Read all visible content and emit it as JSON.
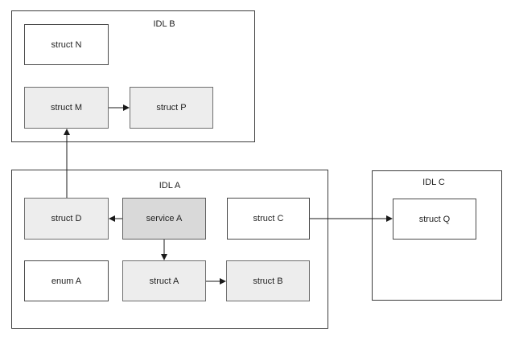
{
  "diagram": {
    "containers": [
      {
        "id": "idl-b",
        "label": "IDL B"
      },
      {
        "id": "idl-a",
        "label": "IDL A"
      },
      {
        "id": "idl-c",
        "label": "IDL C"
      }
    ],
    "nodes": [
      {
        "id": "struct-n",
        "label": "struct N",
        "variant": "white",
        "container": "IDL B"
      },
      {
        "id": "struct-m",
        "label": "struct M",
        "variant": "gray",
        "container": "IDL B"
      },
      {
        "id": "struct-p",
        "label": "struct P",
        "variant": "gray",
        "container": "IDL B"
      },
      {
        "id": "struct-d",
        "label": "struct D",
        "variant": "gray",
        "container": "IDL A"
      },
      {
        "id": "service-a",
        "label": "service A",
        "variant": "dark",
        "container": "IDL A"
      },
      {
        "id": "struct-c",
        "label": "struct C",
        "variant": "white",
        "container": "IDL A"
      },
      {
        "id": "enum-a",
        "label": "enum A",
        "variant": "white",
        "container": "IDL A"
      },
      {
        "id": "struct-a",
        "label": "struct A",
        "variant": "gray",
        "container": "IDL A"
      },
      {
        "id": "struct-b",
        "label": "struct B",
        "variant": "gray",
        "container": "IDL A"
      },
      {
        "id": "struct-q",
        "label": "struct Q",
        "variant": "white",
        "container": "IDL C"
      }
    ],
    "edges": [
      {
        "from": "struct M",
        "to": "struct P"
      },
      {
        "from": "struct D",
        "to": "struct M"
      },
      {
        "from": "service A",
        "to": "struct D"
      },
      {
        "from": "service A",
        "to": "struct A"
      },
      {
        "from": "struct A",
        "to": "struct B"
      },
      {
        "from": "struct C",
        "to": "struct Q"
      }
    ],
    "colors": {
      "node_white_fill": "#ffffff",
      "node_gray_fill": "#ededed",
      "node_service_fill": "#d9d9d9",
      "node_border": "#5f5f5f",
      "container_border": "#3d3d3d",
      "edge_line": "#1a1a1a",
      "text": "#1f1f1f",
      "background": "#ffffff"
    }
  }
}
